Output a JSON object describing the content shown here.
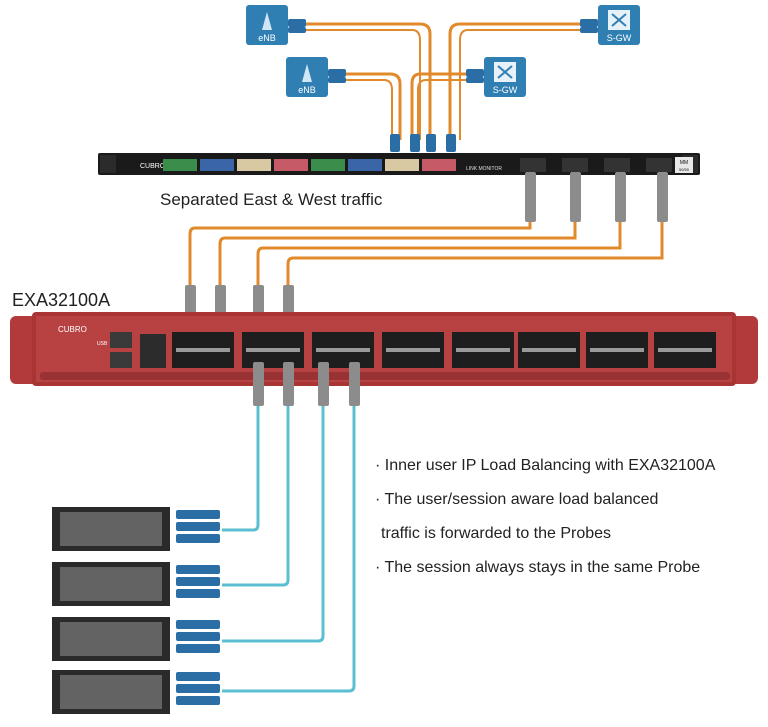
{
  "caption": "Separated East & West traffic",
  "device_title": "EXA32100A",
  "bullets": [
    "· Inner user IP Load Balancing with EXA32100A",
    "· The user/session aware load balanced",
    "traffic is forwarded to the Probes",
    "· The session always stays in the same Probe"
  ],
  "nodes": {
    "enb_top": "eNB",
    "enb_mid": "eNB",
    "sgw_top": "S-GW",
    "sgw_mid": "S-GW"
  },
  "tap_unit": {
    "brand": "CUBRO",
    "mode_badge": "MM",
    "mode_sub": "50/50",
    "link_label": "LINK MONITOR"
  },
  "switch_unit": {
    "brand": "CUBRO",
    "usb_label": "USB"
  },
  "colors": {
    "fiber_orange": "#e08a2b",
    "fiber_cyan": "#5bbfd3",
    "switch_red": "#b33a3a",
    "tap_black": "#1a1a1a",
    "node_blue": "#2f7fb3",
    "connector_blue": "#2b6ea6"
  }
}
